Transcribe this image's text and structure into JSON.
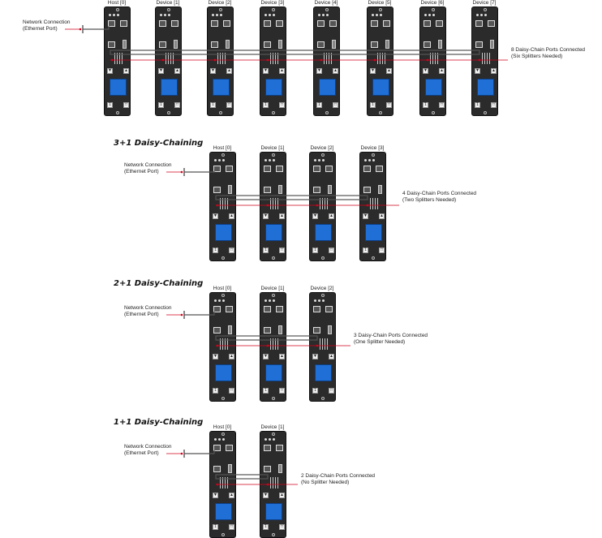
{
  "sections": [
    {
      "title": "",
      "network_label": [
        "Network Connection",
        "(Ethernet Port)"
      ],
      "units": [
        "Host [0]",
        "Device [1]",
        "Device [2]",
        "Device [3]",
        "Device [4]",
        "Device [5]",
        "Device [6]",
        "Device [7]"
      ],
      "note": [
        "8 Daisy-Chain Ports Connected",
        "(Six Splitters Needed)"
      ]
    },
    {
      "title": "3+1 Daisy-Chaining",
      "network_label": [
        "Network Connection",
        "(Ethernet Port)"
      ],
      "units": [
        "Host [0]",
        "Device [1]",
        "Device [2]",
        "Device [3]"
      ],
      "note": [
        "4 Daisy-Chain Ports Connected",
        "(Two Splitters Needed)"
      ]
    },
    {
      "title": "2+1 Daisy-Chaining",
      "network_label": [
        "Network Connection",
        "(Ethernet Port)"
      ],
      "units": [
        "Host [0]",
        "Device [1]",
        "Device [2]"
      ],
      "note": [
        "3 Daisy-Chain Ports Connected",
        "(One Splitter Needed)"
      ]
    },
    {
      "title": "1+1 Daisy-Chaining",
      "network_label": [
        "Network Connection",
        "(Ethernet Port)"
      ],
      "units": [
        "Host [0]",
        "Device [1]"
      ],
      "note": [
        "2 Daisy-Chain Ports Connected",
        "(No Splitter Needed)"
      ]
    }
  ],
  "colors": {
    "chassis": "#2b2b2b",
    "screen": "#1f6fd6",
    "cable": "#555555",
    "daisy_line": "#d0021b"
  }
}
